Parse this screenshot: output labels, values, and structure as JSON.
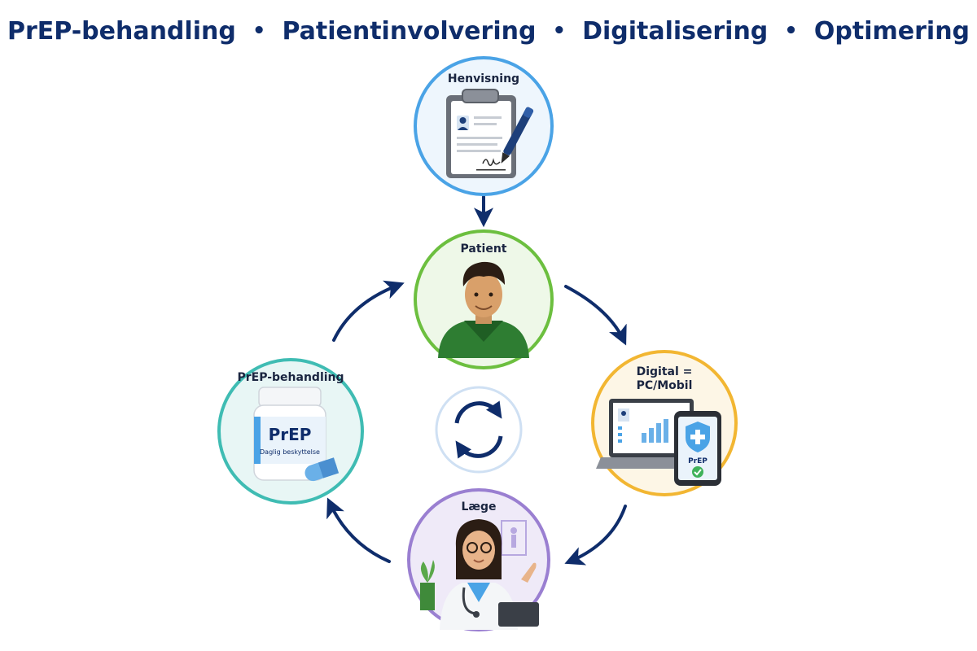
{
  "header": {
    "items": [
      "PrEP-behandling",
      "Patientinvolvering",
      "Digitalisering",
      "Optimering"
    ],
    "separator": "•"
  },
  "nodes": {
    "henvisning": {
      "label": "Henvisning",
      "color": "#4aa3e6",
      "bg": "#eef6fd"
    },
    "patient": {
      "label": "Patient",
      "color": "#6cbf3f",
      "bg": "#eef8e8"
    },
    "digital": {
      "label_line1": "Digital =",
      "label_line2": "PC/Mobil",
      "color": "#f2b632",
      "bg": "#fdf6e6",
      "phone_text": "PrEP"
    },
    "laege": {
      "label": "Læge",
      "color": "#9a7fd1",
      "bg": "#efeaf8"
    },
    "prep": {
      "label": "PrEP-behandling",
      "color": "#3fbcb3",
      "bg": "#e8f6f5",
      "bottle_title": "PrEP",
      "bottle_subtitle": "Daglig beskyttelse"
    }
  },
  "colors": {
    "arrow": "#0f2d6b",
    "cycle_icon": "#0f2d6b",
    "cycle_ring": "#cfe0f3"
  }
}
